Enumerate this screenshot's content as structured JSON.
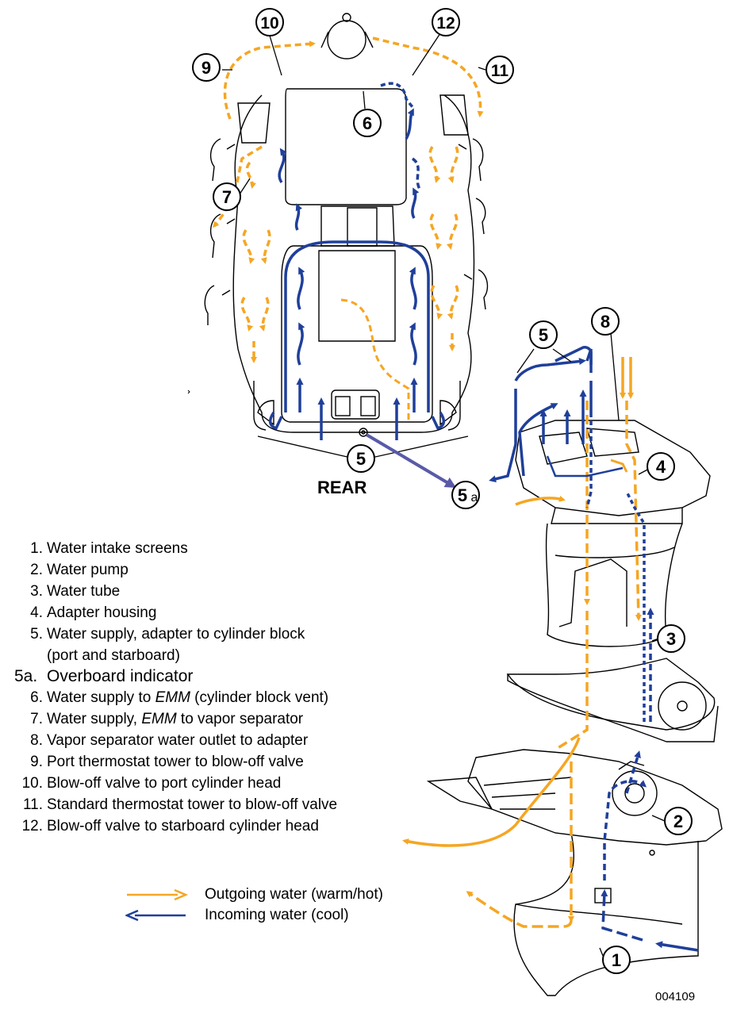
{
  "legend": {
    "items": [
      {
        "num": "1.",
        "text": "Water intake screens"
      },
      {
        "num": "2.",
        "text": "Water pump"
      },
      {
        "num": "3.",
        "text": "Water tube"
      },
      {
        "num": "4.",
        "text": "Adapter housing"
      },
      {
        "num": "5.",
        "text": "Water supply, adapter to cylinder block"
      },
      {
        "num": "",
        "text": "(port and starboard)"
      },
      {
        "num": "5a.",
        "text": "Overboard indicator"
      },
      {
        "num": "6.",
        "text_pre": "Water supply to ",
        "text_em": "EMM",
        "text_post": " (cylinder block vent)"
      },
      {
        "num": "7.",
        "text_pre": "Water supply, ",
        "text_em": "EMM",
        "text_post": " to vapor separator"
      },
      {
        "num": "8.",
        "text": "Vapor separator water outlet to adapter"
      },
      {
        "num": "9.",
        "text": "Port thermostat tower to blow-off valve"
      },
      {
        "num": "10.",
        "text": "Blow-off valve to port cylinder head"
      },
      {
        "num": "11.",
        "text": "Standard thermostat tower to blow-off valve"
      },
      {
        "num": "12.",
        "text": "Blow-off valve to starboard cylinder head"
      }
    ]
  },
  "flow_legend": {
    "outgoing": "Outgoing water (warm/hot)",
    "incoming": "Incoming water (cool)"
  },
  "callouts": {
    "c1": "1",
    "c2": "2",
    "c3": "3",
    "c4": "4",
    "c5top": "5",
    "c5bottom": "5",
    "c5a_num": "5",
    "c5a_sub": "a",
    "c6": "6",
    "c7": "7",
    "c8": "8",
    "c9": "9",
    "c10": "10",
    "c11": "11",
    "c12": "12"
  },
  "rear_label": "REAR",
  "figure_id": "004109",
  "colors": {
    "outgoing": "#f5a623",
    "incoming": "#1f3f9a",
    "indicator": "#5a5aa8"
  }
}
